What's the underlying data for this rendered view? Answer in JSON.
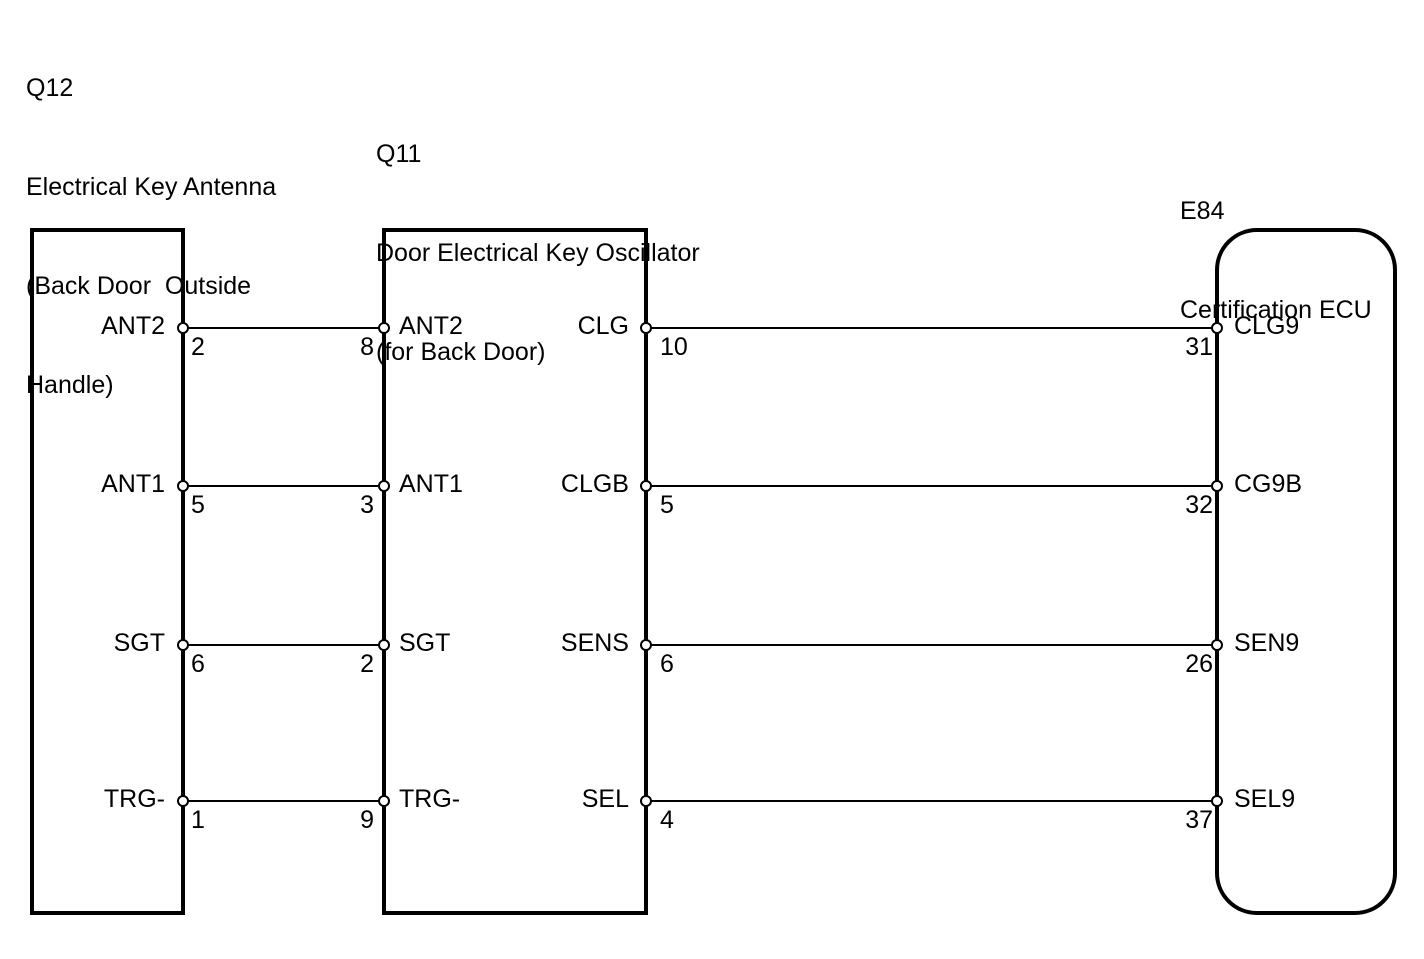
{
  "components": {
    "q12": {
      "code": "Q12",
      "name_lines": [
        "Electrical Key Antenna",
        "(Back Door  Outside",
        "Handle)"
      ]
    },
    "q11": {
      "code": "Q11",
      "name_lines": [
        "Door Electrical Key Oscillator",
        "(for Back Door)"
      ]
    },
    "e84": {
      "code": "E84",
      "name_lines": [
        "Certification ECU"
      ]
    }
  },
  "connections_left": [
    {
      "q12_terminal": "ANT2",
      "q12_pin": "2",
      "q11_pin": "8",
      "q11_terminal": "ANT2"
    },
    {
      "q12_terminal": "ANT1",
      "q12_pin": "5",
      "q11_pin": "3",
      "q11_terminal": "ANT1"
    },
    {
      "q12_terminal": "SGT",
      "q12_pin": "6",
      "q11_pin": "2",
      "q11_terminal": "SGT"
    },
    {
      "q12_terminal": "TRG-",
      "q12_pin": "1",
      "q11_pin": "9",
      "q11_terminal": "TRG-"
    }
  ],
  "connections_right": [
    {
      "q11_terminal": "CLG",
      "q11_pin": "10",
      "e84_pin": "31",
      "e84_terminal": "CLG9"
    },
    {
      "q11_terminal": "CLGB",
      "q11_pin": "5",
      "e84_pin": "32",
      "e84_terminal": "CG9B"
    },
    {
      "q11_terminal": "SENS",
      "q11_pin": "6",
      "e84_pin": "26",
      "e84_terminal": "SEN9"
    },
    {
      "q11_terminal": "SEL",
      "q11_pin": "4",
      "e84_pin": "37",
      "e84_terminal": "SEL9"
    }
  ]
}
